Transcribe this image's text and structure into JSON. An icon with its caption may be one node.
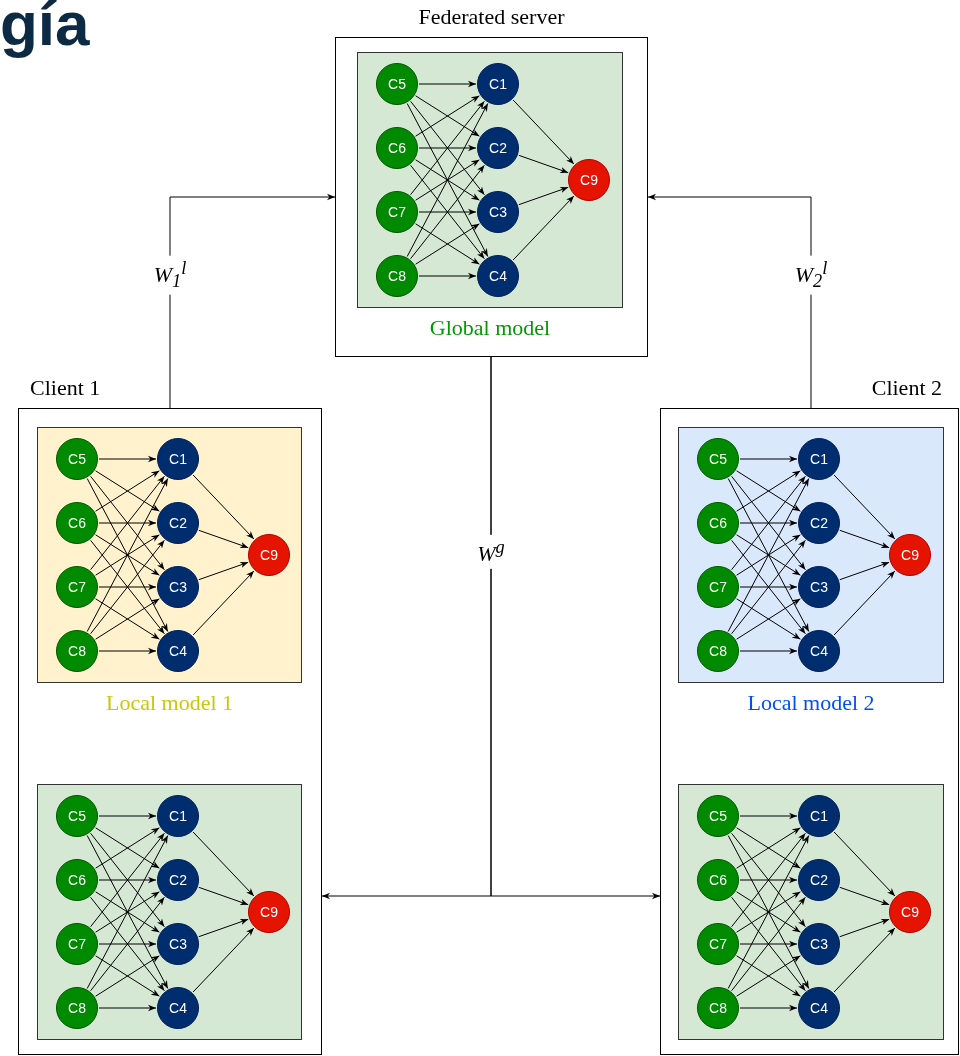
{
  "diagram": {
    "nodes": [
      {
        "text": [
          "Federated server"
        ]
      },
      {
        "text": [
          "Global model"
        ],
        "in": 0
      },
      {
        "text": [
          "C5"
        ],
        "in": 1
      },
      {
        "text": [
          "C6"
        ],
        "in": 1
      },
      {
        "text": [
          "C7"
        ],
        "in": 1
      },
      {
        "text": [
          "C8"
        ],
        "in": 1
      },
      {
        "text": [
          "C1"
        ],
        "in": 1
      },
      {
        "text": [
          "C2"
        ],
        "in": 1
      },
      {
        "text": [
          "C3"
        ],
        "in": 1
      },
      {
        "text": [
          "C4"
        ],
        "in": 1
      },
      {
        "text": [
          "C9"
        ],
        "in": 1
      },
      {
        "text": [
          "Client 1"
        ]
      },
      {
        "text": [
          "Local model 1"
        ],
        "in": 11
      },
      {
        "text": [
          "C5"
        ],
        "in": 12
      },
      {
        "text": [
          "C6"
        ],
        "in": 12
      },
      {
        "text": [
          "C7"
        ],
        "in": 12
      },
      {
        "text": [
          "C8"
        ],
        "in": 12
      },
      {
        "text": [
          "C1"
        ],
        "in": 12
      },
      {
        "text": [
          "C2"
        ],
        "in": 12
      },
      {
        "text": [
          "C3"
        ],
        "in": 12
      },
      {
        "text": [
          "C4"
        ],
        "in": 12
      },
      {
        "text": [
          "C9"
        ],
        "in": 12
      },
      {
        "text": [],
        "shape": "box",
        "in": 11
      },
      {
        "text": [
          "C5"
        ],
        "in": 22
      },
      {
        "text": [
          "C6"
        ],
        "in": 22
      },
      {
        "text": [
          "C7"
        ],
        "in": 22
      },
      {
        "text": [
          "C8"
        ],
        "in": 22
      },
      {
        "text": [
          "C1"
        ],
        "in": 22
      },
      {
        "text": [
          "C2"
        ],
        "in": 22
      },
      {
        "text": [
          "C3"
        ],
        "in": 22
      },
      {
        "text": [
          "C4"
        ],
        "in": 22
      },
      {
        "text": [
          "C9"
        ],
        "in": 22
      },
      {
        "text": [
          "Client 2"
        ]
      },
      {
        "text": [
          "Local model 2"
        ],
        "in": 32
      },
      {
        "text": [
          "C5"
        ],
        "in": 33
      },
      {
        "text": [
          "C6"
        ],
        "in": 33
      },
      {
        "text": [
          "C7"
        ],
        "in": 33
      },
      {
        "text": [
          "C8"
        ],
        "in": 33
      },
      {
        "text": [
          "C1"
        ],
        "in": 33
      },
      {
        "text": [
          "C2"
        ],
        "in": 33
      },
      {
        "text": [
          "C3"
        ],
        "in": 33
      },
      {
        "text": [
          "C4"
        ],
        "in": 33
      },
      {
        "text": [
          "C9"
        ],
        "in": 33
      },
      {
        "text": [],
        "shape": "box",
        "in": 32
      },
      {
        "text": [
          "C5"
        ],
        "in": 43
      },
      {
        "text": [
          "C6"
        ],
        "in": 43
      },
      {
        "text": [
          "C7"
        ],
        "in": 43
      },
      {
        "text": [
          "C8"
        ],
        "in": 43
      },
      {
        "text": [
          "C1"
        ],
        "in": 43
      },
      {
        "text": [
          "C2"
        ],
        "in": 43
      },
      {
        "text": [
          "C3"
        ],
        "in": 43
      },
      {
        "text": [
          "C4"
        ],
        "in": 43
      },
      {
        "text": [
          "C9"
        ],
        "in": 43
      }
    ],
    "edges": [
      {
        "from": 0,
        "to": 11,
        "arrow": "to",
        "label": "W$^{g}$"
      },
      {
        "from": 0,
        "to": 32,
        "arrow": "to"
      },
      {
        "from": 11,
        "to": 0,
        "arrow": "to",
        "label": "W$_{1}$$^{l}$"
      },
      {
        "from": 32,
        "to": 0,
        "arrow": "to",
        "label": "W$_{2}$$^{l}$"
      },
      {
        "from": 2,
        "to": 6,
        "arrow": "to"
      },
      {
        "from": 2,
        "to": 7,
        "arrow": "to"
      },
      {
        "from": 2,
        "to": 8,
        "arrow": "to"
      },
      {
        "from": 2,
        "to": 9,
        "arrow": "to"
      },
      {
        "from": 3,
        "to": 6,
        "arrow": "to"
      },
      {
        "from": 3,
        "to": 7,
        "arrow": "to"
      },
      {
        "from": 3,
        "to": 8,
        "arrow": "to"
      },
      {
        "from": 3,
        "to": 9,
        "arrow": "to"
      },
      {
        "from": 4,
        "to": 6,
        "arrow": "to"
      },
      {
        "from": 4,
        "to": 7,
        "arrow": "to"
      },
      {
        "from": 4,
        "to": 8,
        "arrow": "to"
      },
      {
        "from": 4,
        "to": 9,
        "arrow": "to"
      },
      {
        "from": 5,
        "to": 6,
        "arrow": "to"
      },
      {
        "from": 5,
        "to": 7,
        "arrow": "to"
      },
      {
        "from": 5,
        "to": 8,
        "arrow": "to"
      },
      {
        "from": 5,
        "to": 9,
        "arrow": "to"
      },
      {
        "from": 6,
        "to": 10,
        "arrow": "to"
      },
      {
        "from": 7,
        "to": 10,
        "arrow": "to"
      },
      {
        "from": 8,
        "to": 10,
        "arrow": "to"
      },
      {
        "from": 9,
        "to": 10,
        "arrow": "to"
      },
      {
        "from": 13,
        "to": 17,
        "arrow": "to"
      },
      {
        "from": 13,
        "to": 18,
        "arrow": "to"
      },
      {
        "from": 13,
        "to": 19,
        "arrow": "to"
      },
      {
        "from": 13,
        "to": 20,
        "arrow": "to"
      },
      {
        "from": 14,
        "to": 17,
        "arrow": "to"
      },
      {
        "from": 14,
        "to": 18,
        "arrow": "to"
      },
      {
        "from": 14,
        "to": 19,
        "arrow": "to"
      },
      {
        "from": 14,
        "to": 20,
        "arrow": "to"
      },
      {
        "from": 15,
        "to": 17,
        "arrow": "to"
      },
      {
        "from": 15,
        "to": 18,
        "arrow": "to"
      },
      {
        "from": 15,
        "to": 19,
        "arrow": "to"
      },
      {
        "from": 15,
        "to": 20,
        "arrow": "to"
      },
      {
        "from": 16,
        "to": 17,
        "arrow": "to"
      },
      {
        "from": 16,
        "to": 18,
        "arrow": "to"
      },
      {
        "from": 16,
        "to": 19,
        "arrow": "to"
      },
      {
        "from": 16,
        "to": 20,
        "arrow": "to"
      },
      {
        "from": 17,
        "to": 21,
        "arrow": "to"
      },
      {
        "from": 18,
        "to": 21,
        "arrow": "to"
      },
      {
        "from": 19,
        "to": 21,
        "arrow": "to"
      },
      {
        "from": 20,
        "to": 21,
        "arrow": "to"
      },
      {
        "from": 23,
        "to": 27,
        "arrow": "to"
      },
      {
        "from": 23,
        "to": 28,
        "arrow": "to"
      },
      {
        "from": 23,
        "to": 29,
        "arrow": "to"
      },
      {
        "from": 23,
        "to": 30,
        "arrow": "to"
      },
      {
        "from": 24,
        "to": 27,
        "arrow": "to"
      },
      {
        "from": 24,
        "to": 28,
        "arrow": "to"
      },
      {
        "from": 24,
        "to": 29,
        "arrow": "to"
      },
      {
        "from": 24,
        "to": 30,
        "arrow": "to"
      },
      {
        "from": 25,
        "to": 27,
        "arrow": "to"
      },
      {
        "from": 25,
        "to": 28,
        "arrow": "to"
      },
      {
        "from": 25,
        "to": 29,
        "arrow": "to"
      },
      {
        "from": 25,
        "to": 30,
        "arrow": "to"
      },
      {
        "from": 26,
        "to": 27,
        "arrow": "to"
      },
      {
        "from": 26,
        "to": 28,
        "arrow": "to"
      },
      {
        "from": 26,
        "to": 29,
        "arrow": "to"
      },
      {
        "from": 26,
        "to": 30,
        "arrow": "to"
      },
      {
        "from": 27,
        "to": 31,
        "arrow": "to"
      },
      {
        "from": 28,
        "to": 31,
        "arrow": "to"
      },
      {
        "from": 29,
        "to": 31,
        "arrow": "to"
      },
      {
        "from": 30,
        "to": 31,
        "arrow": "to"
      },
      {
        "from": 34,
        "to": 38,
        "arrow": "to"
      },
      {
        "from": 34,
        "to": 39,
        "arrow": "to"
      },
      {
        "from": 34,
        "to": 40,
        "arrow": "to"
      },
      {
        "from": 34,
        "to": 41,
        "arrow": "to"
      },
      {
        "from": 35,
        "to": 38,
        "arrow": "to"
      },
      {
        "from": 35,
        "to": 39,
        "arrow": "to"
      },
      {
        "from": 35,
        "to": 40,
        "arrow": "to"
      },
      {
        "from": 35,
        "to": 41,
        "arrow": "to"
      },
      {
        "from": 36,
        "to": 38,
        "arrow": "to"
      },
      {
        "from": 36,
        "to": 39,
        "arrow": "to"
      },
      {
        "from": 36,
        "to": 40,
        "arrow": "to"
      },
      {
        "from": 36,
        "to": 41,
        "arrow": "to"
      },
      {
        "from": 37,
        "to": 38,
        "arrow": "to"
      },
      {
        "from": 37,
        "to": 39,
        "arrow": "to"
      },
      {
        "from": 37,
        "to": 40,
        "arrow": "to"
      },
      {
        "from": 37,
        "to": 41,
        "arrow": "to"
      },
      {
        "from": 38,
        "to": 42,
        "arrow": "to"
      },
      {
        "from": 39,
        "to": 42,
        "arrow": "to"
      },
      {
        "from": 40,
        "to": 42,
        "arrow": "to"
      },
      {
        "from": 41,
        "to": 42,
        "arrow": "to"
      },
      {
        "from": 44,
        "to": 48,
        "arrow": "to"
      },
      {
        "from": 44,
        "to": 49,
        "arrow": "to"
      },
      {
        "from": 44,
        "to": 50,
        "arrow": "to"
      },
      {
        "from": 44,
        "to": 51,
        "arrow": "to"
      },
      {
        "from": 45,
        "to": 48,
        "arrow": "to"
      },
      {
        "from": 45,
        "to": 49,
        "arrow": "to"
      },
      {
        "from": 45,
        "to": 50,
        "arrow": "to"
      },
      {
        "from": 45,
        "to": 51,
        "arrow": "to"
      },
      {
        "from": 46,
        "to": 48,
        "arrow": "to"
      },
      {
        "from": 46,
        "to": 49,
        "arrow": "to"
      },
      {
        "from": 46,
        "to": 50,
        "arrow": "to"
      },
      {
        "from": 46,
        "to": 51,
        "arrow": "to"
      },
      {
        "from": 47,
        "to": 48,
        "arrow": "to"
      },
      {
        "from": 47,
        "to": 49,
        "arrow": "to"
      },
      {
        "from": 47,
        "to": 50,
        "arrow": "to"
      },
      {
        "from": 47,
        "to": 51,
        "arrow": "to"
      },
      {
        "from": 48,
        "to": 52,
        "arrow": "to"
      },
      {
        "from": 49,
        "to": 52,
        "arrow": "to"
      },
      {
        "from": 50,
        "to": 52,
        "arrow": "to"
      },
      {
        "from": 51,
        "to": 52,
        "arrow": "to"
      }
    ],
    "labels": [
      "gía"
    ]
  }
}
